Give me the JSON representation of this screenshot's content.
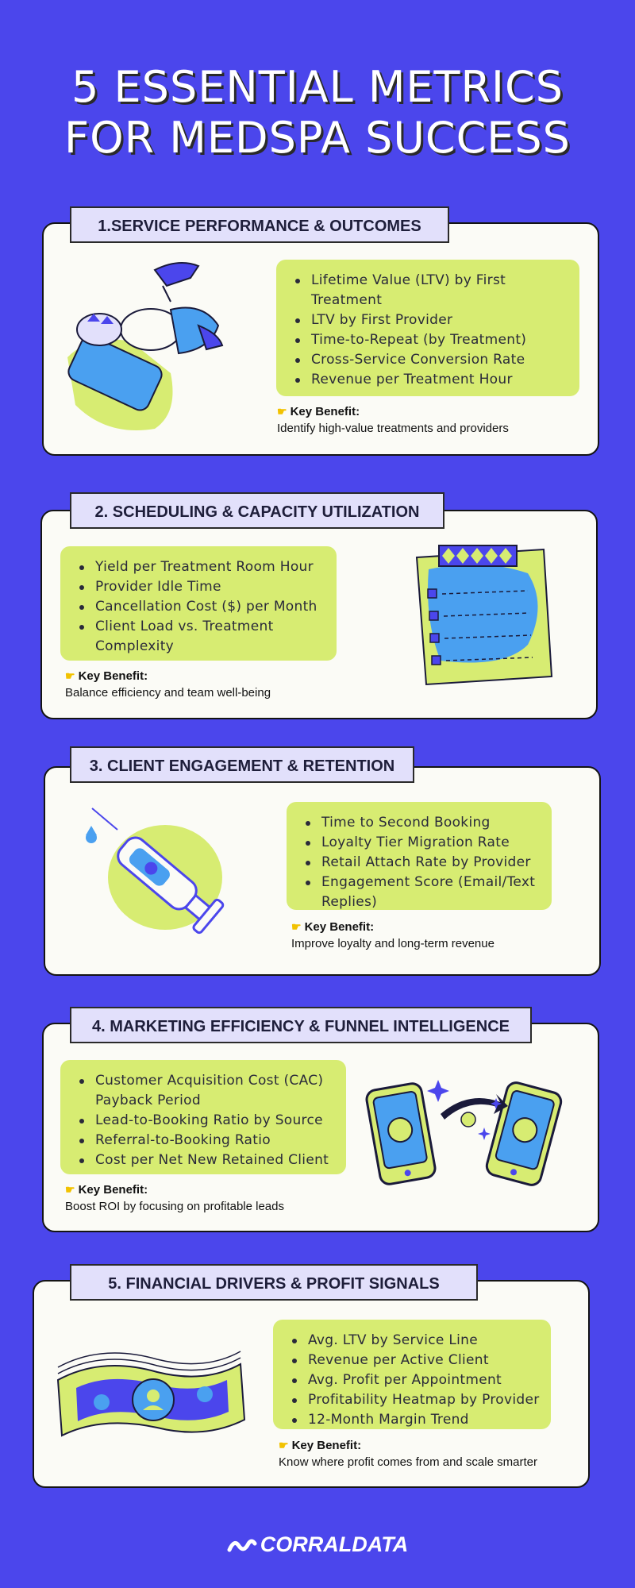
{
  "title": {
    "line1": "5 ESSENTIAL METRICS",
    "line2": "FOR MEDSPA SUCCESS"
  },
  "benefit_label": "Key Benefit:",
  "sections": [
    {
      "heading": "1.SERVICE PERFORMANCE & OUTCOMES",
      "items": [
        "Lifetime Value (LTV) by First Treatment",
        "LTV by First Provider",
        "Time-to-Repeat (by Treatment)",
        "Cross-Service Conversion Rate",
        "Revenue per Treatment Hour"
      ],
      "benefit": "Identify high-value treatments and providers"
    },
    {
      "heading": "2. SCHEDULING & CAPACITY UTILIZATION",
      "items": [
        "Yield per Treatment Room Hour",
        "Provider Idle Time",
        "Cancellation Cost ($) per Month",
        "Client Load vs. Treatment Complexity"
      ],
      "benefit": "Balance efficiency and team well-being"
    },
    {
      "heading": "3. CLIENT ENGAGEMENT & RETENTION",
      "items": [
        "Time to Second Booking",
        "Loyalty Tier Migration Rate",
        "Retail Attach Rate by Provider",
        "Engagement Score (Email/Text Replies)"
      ],
      "benefit": "Improve loyalty and long-term revenue"
    },
    {
      "heading": "4. MARKETING EFFICIENCY & FUNNEL INTELLIGENCE",
      "items": [
        "Customer Acquisition Cost (CAC) Payback Period",
        "Lead-to-Booking Ratio by Source",
        "Referral-to-Booking Ratio",
        "Cost per Net New Retained Client"
      ],
      "benefit": "Boost ROI by focusing on profitable leads"
    },
    {
      "heading": "5. FINANCIAL DRIVERS & PROFIT SIGNALS",
      "items": [
        "Avg. LTV by Service Line",
        "Revenue per Active Client",
        "Avg. Profit per Appointment",
        "Profitability Heatmap by Provider",
        "12-Month Margin Trend"
      ],
      "benefit": "Know where profit comes from and scale smarter"
    }
  ],
  "logo": "CORRALDATA",
  "colors": {
    "background": "#4b46ec",
    "highlight": "#d7ec72",
    "tab": "#e2e0fb",
    "accent_blue": "#4aa0f0"
  }
}
